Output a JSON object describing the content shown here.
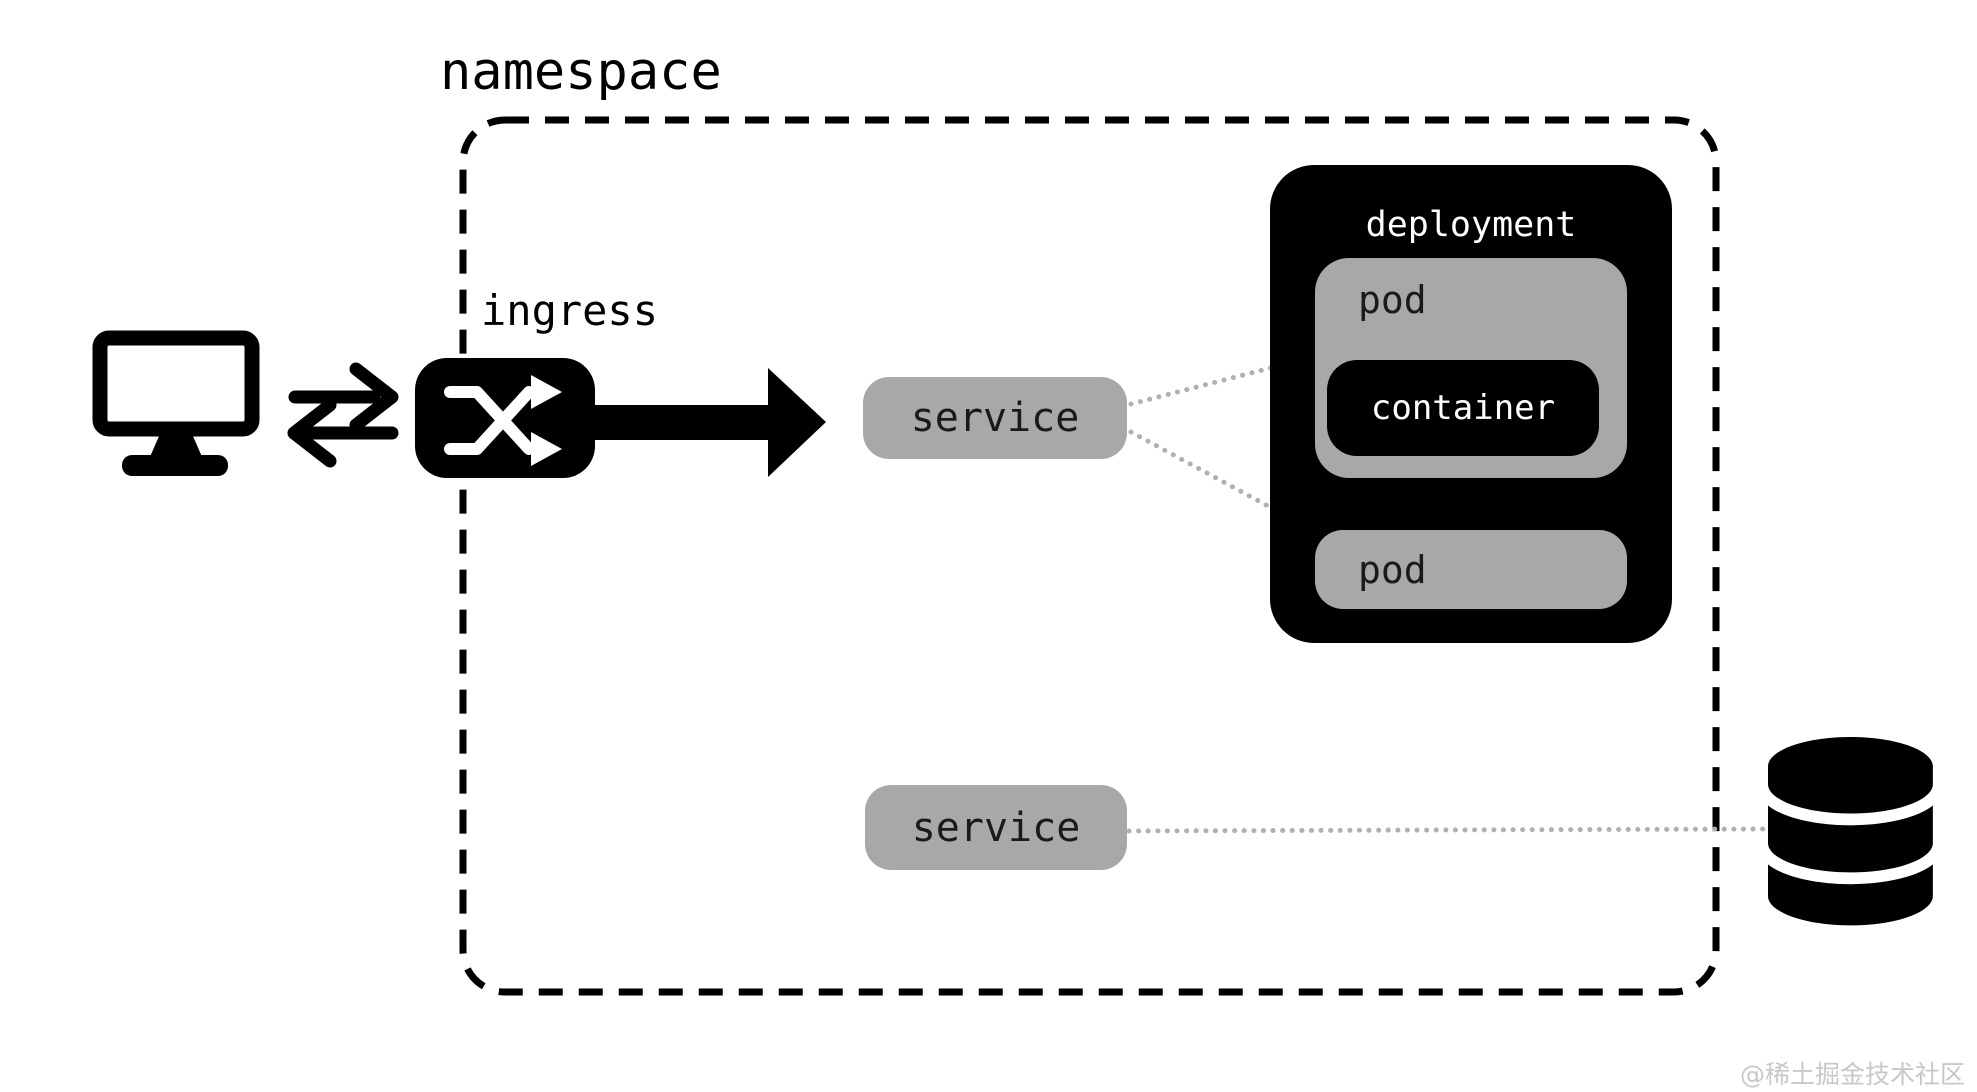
{
  "diagram": {
    "namespace": {
      "label": "namespace"
    },
    "ingress": {
      "label": "ingress"
    },
    "services": [
      {
        "label": "service"
      },
      {
        "label": "service"
      }
    ],
    "deployment": {
      "label": "deployment",
      "pods": [
        {
          "label": "pod",
          "container": {
            "label": "container"
          }
        },
        {
          "label": "pod"
        }
      ]
    },
    "watermark": "@稀土掘金技术社区"
  },
  "icons": {
    "client": "monitor-icon",
    "client_traffic": "exchange-arrows-icon",
    "ingress": "shuffle-icon",
    "ingress_to_service": "right-arrow-icon",
    "storage": "database-icon"
  },
  "colors": {
    "node_gray": "#a8a8a8",
    "node_black": "#000000",
    "dotted": "#b0b0b0",
    "dashed_border": "#000000",
    "watermark": "#c8c8c8",
    "text_on_gray": "#1a1a1a",
    "text_on_black": "#ffffff",
    "background": "#ffffff"
  }
}
